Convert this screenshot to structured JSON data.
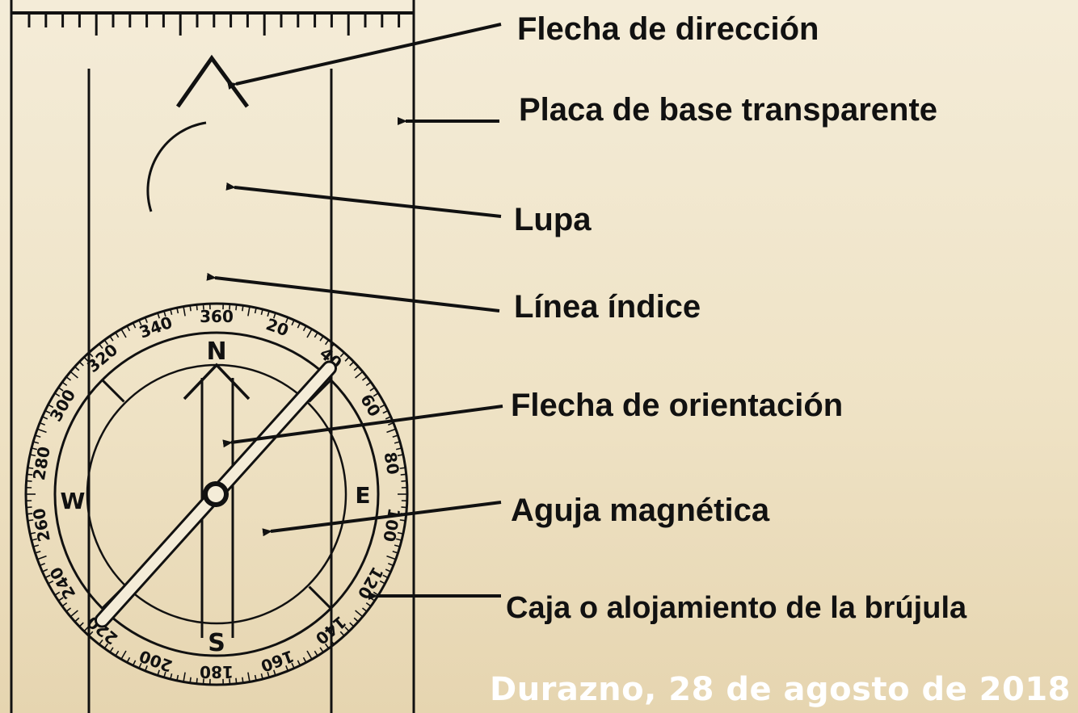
{
  "labels": {
    "direction_arrow": "Flecha de dirección",
    "base_plate": "Placa de base transparente",
    "magnifier": "Lupa",
    "index_line": "Línea índice",
    "orienting_arrow": "Flecha de orientación",
    "magnetic_needle": "Aguja  magnética",
    "compass_housing": "Caja o alojamiento de la brújula"
  },
  "cardinals": {
    "north": "N",
    "south": "S",
    "east": "E",
    "west": "W"
  },
  "bezel_degrees": [
    "360",
    "20",
    "40",
    "60",
    "80",
    "100",
    "120",
    "140",
    "160",
    "180",
    "200",
    "220",
    "240",
    "260",
    "280",
    "300",
    "320",
    "340"
  ],
  "footer": {
    "date": "Durazno, 28 de agosto de 2018"
  },
  "colors": {
    "ink": "#111111",
    "footer_text": "#ffffff"
  }
}
